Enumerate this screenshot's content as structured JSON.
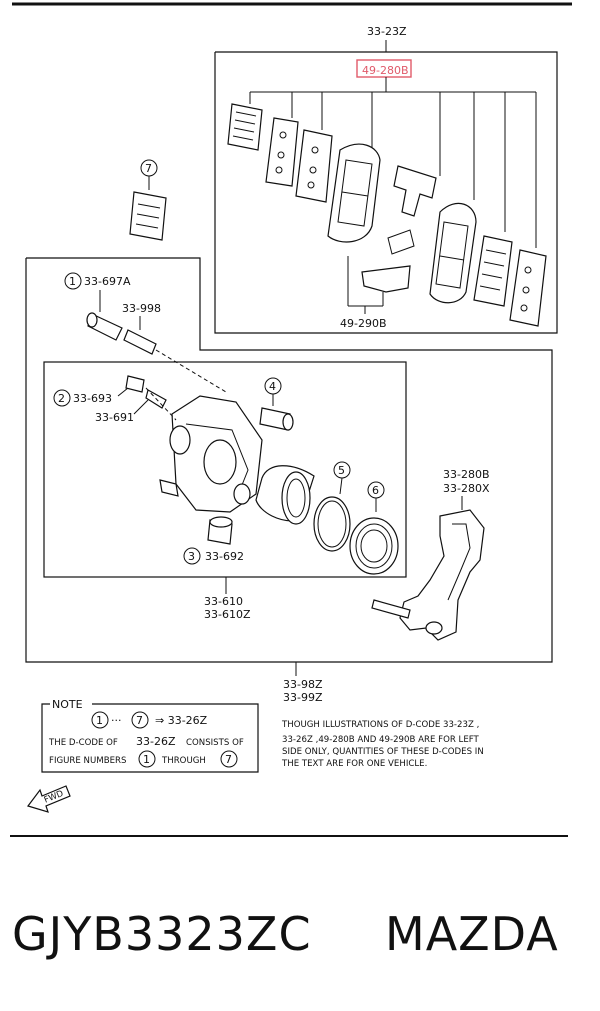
{
  "callouts": {
    "c_3323z": "33-23Z",
    "c_49280b_top": "49-280B",
    "c_49290b": "49-290B",
    "c_33697a": "33-697A",
    "c_33998": "33-998",
    "c_33693": "33-693",
    "c_33691": "33-691",
    "c_33692": "33-692",
    "c_33610": "33-610",
    "c_33610z": "33-610Z",
    "c_33280b": "33-280B",
    "c_33280x": "33-280X",
    "c_3398z": "33-98Z",
    "c_3399z": "33-99Z"
  },
  "circled": {
    "n1": "1",
    "n2": "2",
    "n3": "3",
    "n4": "4",
    "n5": "5",
    "n6": "6",
    "n7": "7"
  },
  "note": {
    "heading": "NOTE",
    "range_from": "1",
    "range_to": "7",
    "arrow_target": "⇒ 33-26Z",
    "line1_a": "THE D-CODE OF",
    "line1_b": "33-26Z",
    "line1_c": "CONSISTS OF",
    "line2_a": "FIGURE NUMBERS",
    "line2_from": "1",
    "line2_b": "THROUGH",
    "line2_to": "7"
  },
  "disclaimer": {
    "line1": "THOUGH ILLUSTRATIONS OF D-CODE 33-23Z ,",
    "line2": "33-26Z ,49-280B AND 49-290B ARE FOR LEFT",
    "line3": "SIDE ONLY, QUANTITIES OF THESE D-CODES IN",
    "line4": "THE TEXT ARE FOR ONE VEHICLE."
  },
  "fwd_label": "FWD",
  "footer": {
    "part_number": "GJYB3323ZC",
    "brand": "MAZDA"
  },
  "colors": {
    "highlight": "#e05a6a",
    "ink": "#111111"
  }
}
